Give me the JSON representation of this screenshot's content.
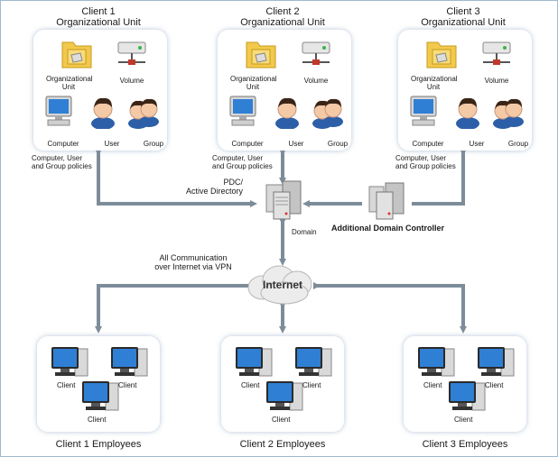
{
  "client_units": [
    {
      "title_line1": "Client 1",
      "title_line2": "Organizational Unit",
      "policies": "Computer, User\nand Group policies"
    },
    {
      "title_line1": "Client 2",
      "title_line2": "Organizational Unit",
      "policies": "Computer, User\nand Group policies"
    },
    {
      "title_line1": "Client 3",
      "title_line2": "Organizational Unit",
      "policies": "Computer, User\nand Group policies"
    }
  ],
  "ou_labels": {
    "org_unit": "Organizational\nUnit",
    "volume": "Volume",
    "computer": "Computer",
    "user": "User",
    "group": "Group"
  },
  "center": {
    "pdc": "PDC/\nActive Directory",
    "domain": "Domain",
    "additional_dc": "Additional Domain Controller",
    "vpn": "All Communication\nover Internet via VPN",
    "internet": "Internet"
  },
  "employee_groups": [
    {
      "caption": "Client 1 Employees"
    },
    {
      "caption": "Client 2 Employees"
    },
    {
      "caption": "Client 3 Employees"
    }
  ],
  "client_label": "Client",
  "colors": {
    "arrow": "#7d8c99",
    "panel_shadow": "#8fb0cc",
    "folder": "#f2c94c",
    "monitor": "#2f7fd4",
    "server": "#c8c8c8"
  },
  "icons": [
    "folder-icon",
    "volume-icon",
    "computer-icon",
    "user-icon",
    "group-icon",
    "server-icon",
    "cloud-icon",
    "client-computer-icon"
  ]
}
